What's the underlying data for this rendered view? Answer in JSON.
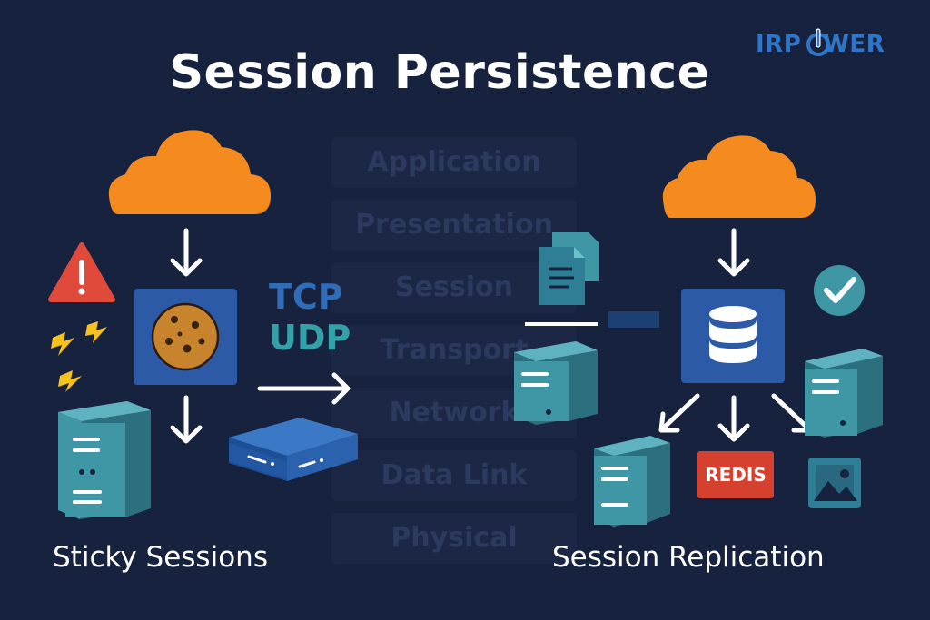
{
  "title": "Session Persistence",
  "logo": {
    "text_part1": "IRP",
    "text_part2": "WER",
    "icon": "power-icon"
  },
  "osi_layers": [
    "Application",
    "Presentation",
    "Session",
    "Transport",
    "Network",
    "Data Link",
    "Physical"
  ],
  "protocols": {
    "tcp": "TCP",
    "udp": "UDP"
  },
  "left_section": {
    "caption": "Sticky Sessions",
    "icons": [
      "cloud-icon",
      "arrow-down-icon",
      "cookie-icon",
      "warning-icon",
      "lightning-icon",
      "server-icon",
      "network-switch-icon",
      "arrow-right-icon"
    ]
  },
  "right_section": {
    "caption": "Session Replication",
    "redis_label": "REDIS",
    "icons": [
      "cloud-icon",
      "database-icon",
      "checkmark-icon",
      "document-icon",
      "server-icon",
      "image-icon"
    ]
  },
  "colors": {
    "background": "#17223f",
    "cloud": "#f58a1f",
    "server": "#3a8a9c",
    "warning": "#e04a3a",
    "lightning": "#f7c21a",
    "redis": "#d6402f",
    "tcp": "#2f6db8",
    "udp": "#33a1a8"
  }
}
